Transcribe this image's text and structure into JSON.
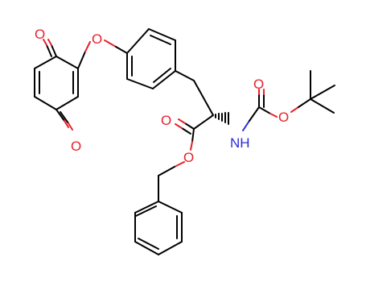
{
  "molecule": {
    "atom_labels": {
      "quinone_o_top": "O",
      "quinone_o_bottom": "O",
      "ether_o": "O",
      "ester_carbonyl_o": "O",
      "ester_o": "O",
      "nh": "NH",
      "boc_carbonyl_o": "O",
      "boc_o": "O"
    },
    "colors": {
      "bond": "#000000",
      "oxygen": "#e8202a",
      "nitrogen": "#2b2bd9",
      "background": "#ffffff"
    }
  }
}
